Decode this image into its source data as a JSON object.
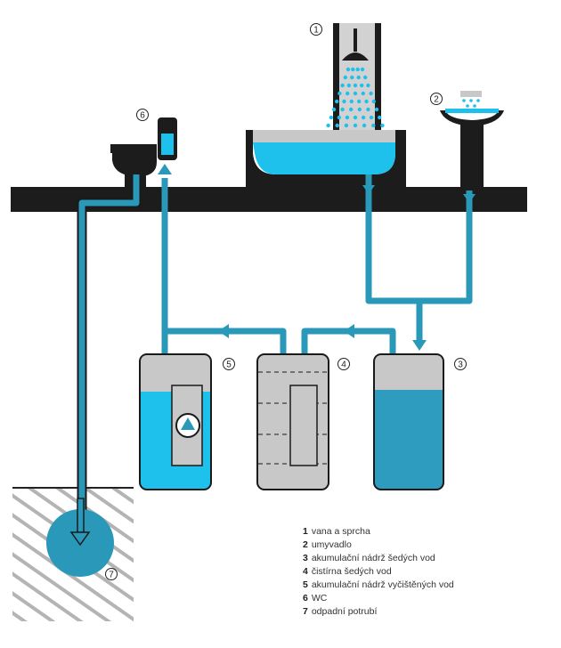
{
  "colors": {
    "ground": "#1c1c1c",
    "pipe": "#2a98b8",
    "clean_water": "#1ec0ec",
    "grey_water": "#2e9cbf",
    "tank_grey": "#c8c8c8",
    "outline": "#1a1a1a",
    "hatch": "#b4b4b4"
  },
  "markers": {
    "shower_bath": "1",
    "washbasin": "2",
    "grey_tank": "3",
    "treatment": "4",
    "clean_tank": "5",
    "wc": "6",
    "sewer": "7"
  },
  "legend": [
    {
      "num": "1",
      "text": "vana a sprcha"
    },
    {
      "num": "2",
      "text": "umyvadlo"
    },
    {
      "num": "3",
      "text": "akumulační nádrž šedých vod"
    },
    {
      "num": "4",
      "text": "čistírna šedých vod"
    },
    {
      "num": "5",
      "text": "akumulační nádrž vyčištěných vod"
    },
    {
      "num": "6",
      "text": "WC"
    },
    {
      "num": "7",
      "text": "odpadní potrubí"
    }
  ],
  "icons": {
    "shower": "shower-head-icon",
    "basin": "washbasin-icon",
    "toilet": "toilet-icon",
    "pump": "pump-icon"
  }
}
